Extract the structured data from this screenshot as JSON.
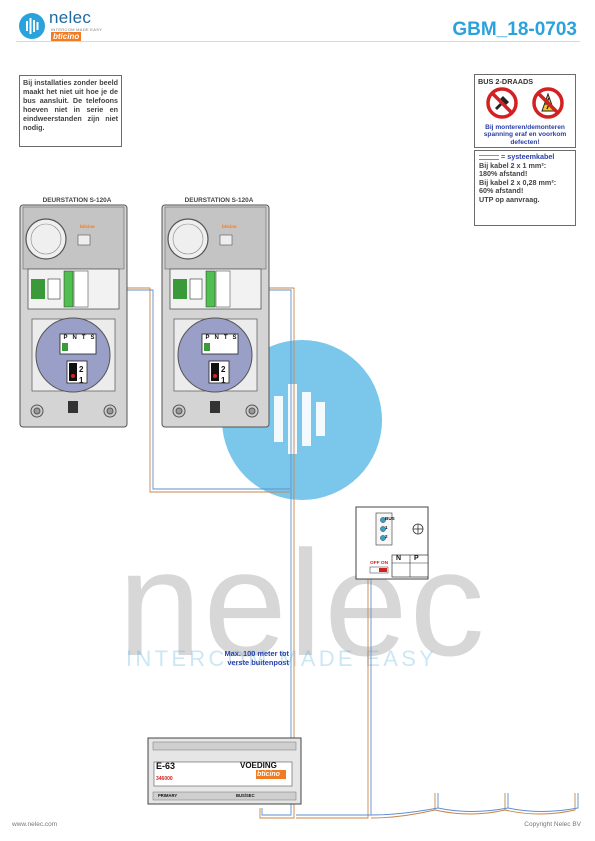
{
  "header": {
    "brand_name": "nelec",
    "brand_tagline": "INTERCOM MADE EASY",
    "brand_partner": "bticino",
    "doc_code": "GBM_18-0703"
  },
  "note_install": "Bij installaties zonder beeld maakt het niet uit hoe je de bus aansluit. De telefoons hoeven niet in serie en eindweerstanden zijn niet nodig.",
  "bus_box": {
    "title": "BUS 2-DRAADS",
    "warning": "Bij monteren/demonteren spanning eraf en voorkom defecten!"
  },
  "cable_box": {
    "title": "= systeemkabel",
    "lines": [
      "Bij kabel 2 x 1 mm²:",
      "180% afstand!",
      "Bij kabel 2 x 0,28 mm²:",
      "60% afstand!",
      "UTP op aanvraag."
    ]
  },
  "stations": [
    {
      "title": "DEURSTATION S-120A",
      "brand": "bticino",
      "terminals": [
        "P",
        "N",
        "T",
        "S"
      ],
      "switch": [
        "2",
        "1"
      ]
    },
    {
      "title": "DEURSTATION S-120A",
      "brand": "bticino",
      "terminals": [
        "P",
        "N",
        "T",
        "S"
      ],
      "switch": [
        "2",
        "1"
      ]
    }
  ],
  "receiver": {
    "bus_labels": [
      "BUS",
      "1",
      "2"
    ],
    "switch": "OFF ON",
    "terminals": [
      "N",
      "P"
    ]
  },
  "max_distance": "Max. 100 meter tot verste buitenpost",
  "power_supply": {
    "model": "E-63",
    "label": "VOEDING",
    "code": "346000",
    "brand": "bticino",
    "left_terminals": "PRIMARY",
    "right_terminals": "BUS/SEC"
  },
  "watermark": {
    "word": "nelec",
    "slogan": "INTERCOM MADE EASY"
  },
  "footer": {
    "left": "www.nelec.com",
    "right": "Copyright Nelec BV"
  },
  "colors": {
    "accent": "#2aa2dc",
    "brand": "#1d6aa3",
    "warning": "#2a3fa8",
    "wire_a": "#c8854a",
    "wire_b": "#5f8fcf"
  }
}
